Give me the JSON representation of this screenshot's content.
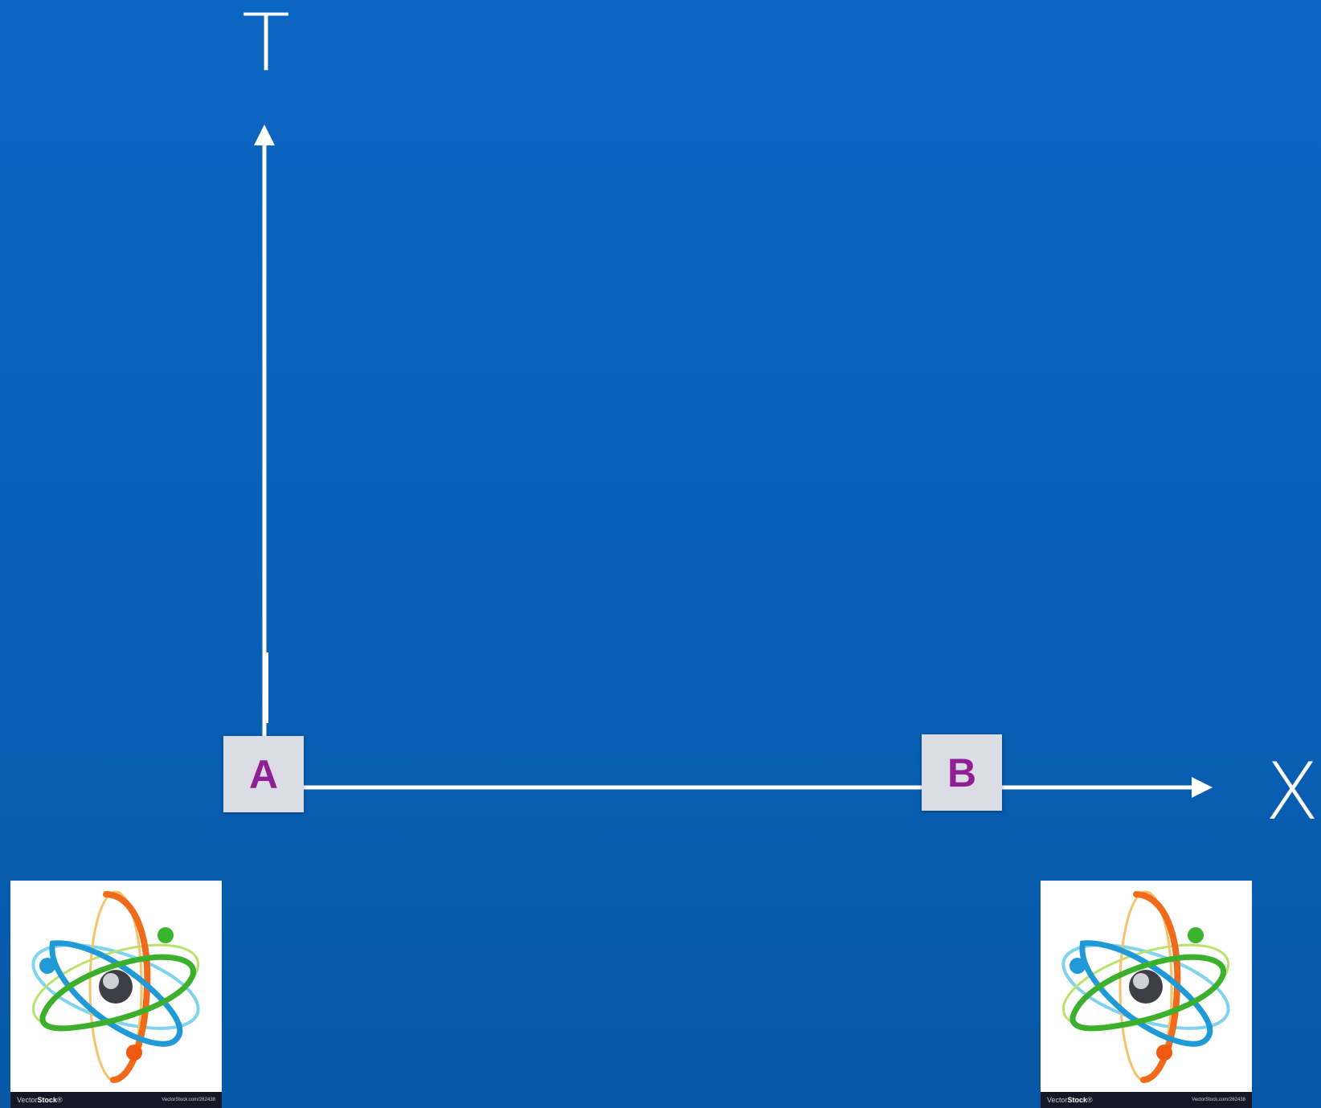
{
  "axes": {
    "vertical_label": "T",
    "horizontal_label": "X"
  },
  "events": [
    {
      "label": "A"
    },
    {
      "label": "B"
    }
  ],
  "images": [
    {
      "brand_prefix": "Vector",
      "brand_bold": "Stock",
      "brand_mark": "®",
      "url_text": "VectorStock.com/262438"
    },
    {
      "brand_prefix": "Vector",
      "brand_bold": "Stock",
      "brand_mark": "®",
      "url_text": "VectorStock.com/262438"
    }
  ],
  "colors": {
    "background_top": "#0a66c2",
    "background_bottom": "#0758a6",
    "axis": "#ffffff",
    "event_box": "#dcdde4",
    "event_text": "#8e1f95",
    "orbit_orange": "#ef6a1a",
    "orbit_green": "#3cb02c",
    "orbit_blue": "#1f9ad6"
  }
}
